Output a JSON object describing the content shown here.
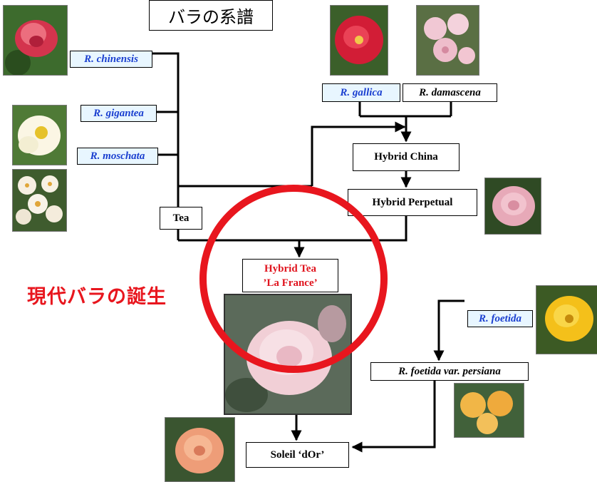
{
  "title": "バラの系譜",
  "annotation": "現代バラの誕生",
  "nodes": {
    "chinensis": "R. chinensis",
    "gigantea": "R. gigantea",
    "moschata": "R. moschata",
    "gallica": "R. gallica",
    "damascena": "R. damascena",
    "tea": "Tea",
    "hybrid_china": "Hybrid China",
    "hybrid_perpetual": "Hybrid Perpetual",
    "hybrid_tea_line1": "Hybrid Tea",
    "hybrid_tea_line2": "’La France’",
    "foetida": "R. foetida",
    "foetida_persiana": "R. foetida var. persiana",
    "soleil": "Soleil ‘dOr’"
  },
  "colors": {
    "species_text": "#1a3fd0",
    "species_bg": "#e8f6ff",
    "highlight_red": "#e8161e"
  }
}
